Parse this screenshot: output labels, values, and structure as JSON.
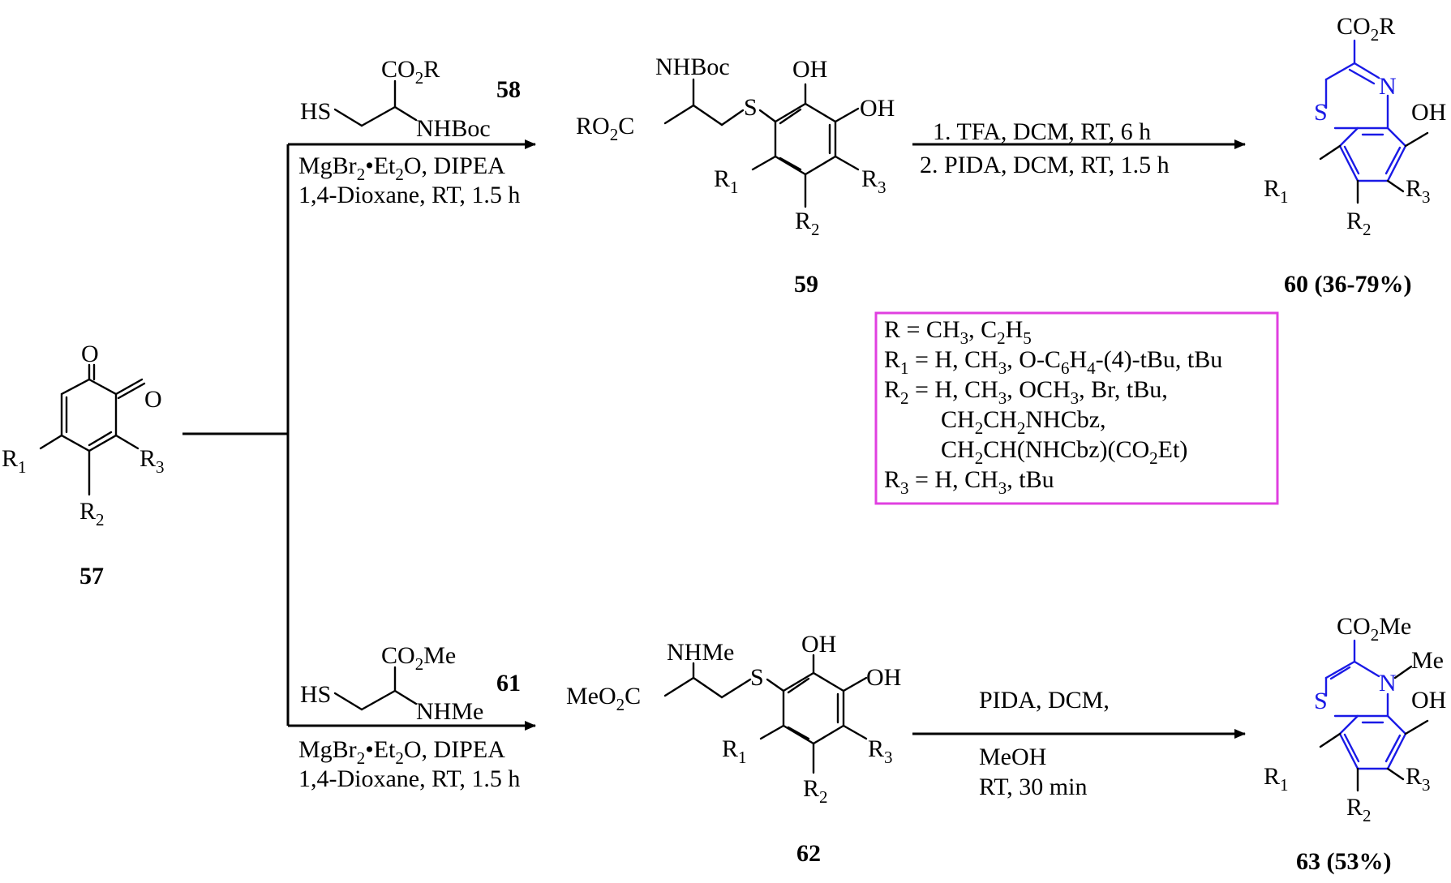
{
  "compound_57": {
    "o1": "O",
    "o2": "O",
    "r1": "R",
    "r1_sub": "1",
    "r2": "R",
    "r2_sub": "2",
    "r3": "R",
    "r3_sub": "3",
    "label": "57"
  },
  "top_reagent": {
    "co2r_pre": "CO",
    "co2r_sub": "2",
    "co2r_post": "R",
    "hs": "HS",
    "nhboc": "NHBoc",
    "label": "58",
    "line1_a": "MgBr",
    "line1_sub1": "2",
    "line1_b": "•Et",
    "line1_sub2": "2",
    "line1_c": "O, DIPEA",
    "line2": "1,4-Dioxane, RT, 1.5 h"
  },
  "compound_59": {
    "nhboc": "NHBoc",
    "ester_a": "RO",
    "ester_sub": "2",
    "ester_b": "C",
    "s": "S",
    "oh1": "OH",
    "oh2": "OH",
    "r1": "R",
    "r1_sub": "1",
    "r2": "R",
    "r2_sub": "2",
    "r3": "R",
    "r3_sub": "3",
    "label": "59"
  },
  "step_top": {
    "line1": "1. TFA, DCM, RT, 6 h",
    "line2": "2. PIDA, DCM, RT, 1.5 h"
  },
  "compound_60": {
    "co2r_pre": "CO",
    "co2r_sub": "2",
    "co2r_post": "R",
    "n": "N",
    "s": "S",
    "oh": "OH",
    "r1": "R",
    "r1_sub": "1",
    "r2": "R",
    "r2_sub": "2",
    "r3": "R",
    "r3_sub": "3",
    "label": "60 (36-79%)"
  },
  "substituents_box": {
    "r_line": {
      "a": "R = CH",
      "s1": "3",
      "b": ", C",
      "s2": "2",
      "c": "H",
      "s3": "5"
    },
    "r1_line": {
      "a": "R",
      "s0": "1",
      "b": " = H, CH",
      "s1": "3",
      "c": ", O-C",
      "s2": "6",
      "d": "H",
      "s3": "4",
      "e": "-(4)-tBu, tBu"
    },
    "r2_line": {
      "a": "R",
      "s0": "2",
      "b": " = H, CH",
      "s1": "3",
      "c": ", OCH",
      "s2": "3",
      "d": ", Br, tBu,"
    },
    "r2_cont1": {
      "a": "CH",
      "s1": "2",
      "b": "CH",
      "s2": "2",
      "c": "NHCbz,"
    },
    "r2_cont2": {
      "a": "CH",
      "s1": "2",
      "b": "CH(NHCbz)(CO",
      "s2": "2",
      "c": "Et)"
    },
    "r3_line": {
      "a": "R",
      "s0": "3",
      "b": " = H, CH",
      "s1": "3",
      "c": ", tBu"
    }
  },
  "bottom_reagent": {
    "co2me_pre": "CO",
    "co2me_sub": "2",
    "co2me_post": "Me",
    "hs": "HS",
    "nhme": "NHMe",
    "label": "61",
    "line1_a": "MgBr",
    "line1_sub1": "2",
    "line1_b": "•Et",
    "line1_sub2": "2",
    "line1_c": "O, DIPEA",
    "line2": "1,4-Dioxane, RT, 1.5 h"
  },
  "compound_62": {
    "nhme": "NHMe",
    "ester_a": "MeO",
    "ester_sub": "2",
    "ester_b": "C",
    "s": "S",
    "oh1": "OH",
    "oh2": "OH",
    "r1": "R",
    "r1_sub": "1",
    "r2": "R",
    "r2_sub": "2",
    "r3": "R",
    "r3_sub": "3",
    "label": "62"
  },
  "step_bottom": {
    "line1": "PIDA, DCM,",
    "line2": "MeOH",
    "line3": "RT, 30 min"
  },
  "compound_63": {
    "co2me_pre": "CO",
    "co2me_sub": "2",
    "co2me_post": "Me",
    "n": "N",
    "me": "Me",
    "s": "S",
    "oh": "OH",
    "r1": "R",
    "r1_sub": "1",
    "r2": "R",
    "r2_sub": "2",
    "r3": "R",
    "r3_sub": "3",
    "label": "63 (53%)"
  },
  "colors": {
    "product_ring": "#1a1ae6",
    "substituent_box": "#e040e0"
  }
}
